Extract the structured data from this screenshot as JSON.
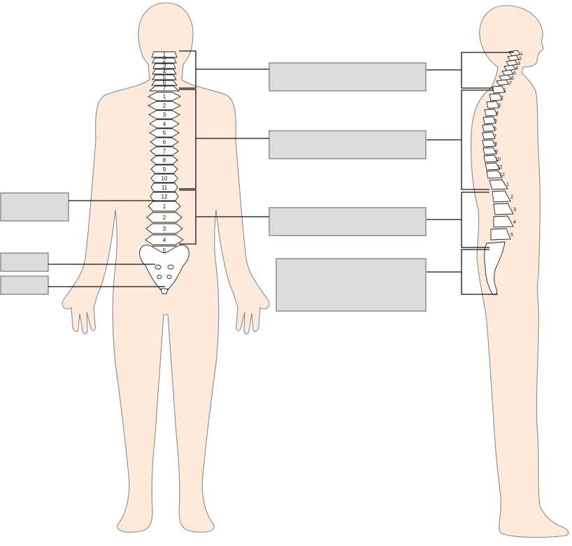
{
  "colors": {
    "skin": "#fdeadd",
    "outline": "#8a8a8a",
    "label_box_fill": "#dcdcdc",
    "label_box_stroke": "#7f7f7f",
    "leader_line": "#111111",
    "bone": "#ffffff"
  },
  "front_view": {
    "cervical_numbers": [
      "1",
      "2",
      "3",
      "4",
      "5",
      "6",
      "7"
    ],
    "thoracic_numbers": [
      "1",
      "2",
      "3",
      "4",
      "5",
      "6",
      "7",
      "8",
      "9",
      "10",
      "11",
      "12"
    ],
    "lumbar_numbers": [
      "1",
      "2",
      "3",
      "4",
      "5"
    ]
  },
  "side_view": {
    "cervical_numbers": [
      "1",
      "2",
      "3",
      "4",
      "5",
      "6",
      "7"
    ],
    "thoracic_numbers": [
      "1",
      "2",
      "3",
      "4",
      "5",
      "6",
      "7",
      "8",
      "9",
      "10",
      "11",
      "12"
    ],
    "lumbar_numbers": [
      "1",
      "2",
      "3",
      "4",
      "5"
    ]
  },
  "label_boxes": [
    {
      "id": "cervical",
      "text": ""
    },
    {
      "id": "thoracic",
      "text": ""
    },
    {
      "id": "lumbar",
      "text": ""
    },
    {
      "id": "sacrum-coccyx",
      "text": ""
    },
    {
      "id": "intervertebral-disc",
      "text": ""
    },
    {
      "id": "sacrum",
      "text": ""
    },
    {
      "id": "coccyx",
      "text": ""
    }
  ]
}
